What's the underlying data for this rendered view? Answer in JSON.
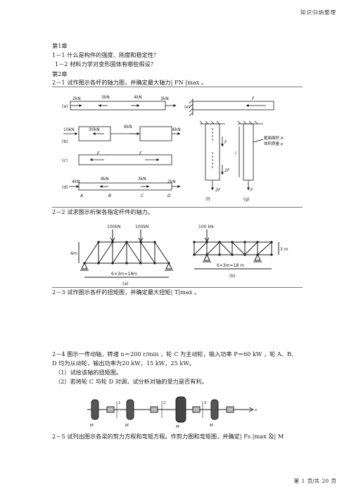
{
  "header": {
    "title": "知识归纳整理"
  },
  "footer": {
    "page": "第 1 页/共 20 页"
  },
  "lines": {
    "chapter1": "第1章",
    "q1_1": "1－1  什么是构件的强度、刚度和稳定性？",
    "q1_2": "1－2  材料力学对变形固体有哪些假设？",
    "chapter2": "第2章",
    "q2_1": "2－1  试作图示各杆的轴力图，并确定最大轴力| FN |max  。",
    "q2_2": "2－2  试求图示桁架各指定杆件的轴力。",
    "q2_3": "2－3  试作图示各杆的扭矩图，并确定最大扭矩| T|max  。",
    "q2_4a": "2－4  图示一传动轴，转速 n＝200 r/min ，轮 C 为主动轮，输入功率 P＝60 kW ，轮 A、B、",
    "q2_4b": "D 均为从动轮，输出功率为20 kW，15 kW，25 kW。",
    "q2_4c": "（1）试绘该轴的扭矩图。",
    "q2_4d": "（2）若将轮 C 与轮 D 对调，试分析对轴的受力是否有利。",
    "q2_5": "2－5  试列出图示各梁的剪力方程和弯矩方程。作剪力图和弯矩图，并确定| Fs  |max 及| M"
  },
  "fig1": {
    "a_label": "(a)",
    "a_f1": "2kN",
    "a_f2": "3kN",
    "a_f3": "4kN",
    "a_f4": "3kN",
    "b_label": "(b)",
    "b_f1": "10kN",
    "b_f2": "30kN",
    "b_f3": "6kN",
    "b_f4": "6kN",
    "c_label": "(c)",
    "c_f1": "F",
    "c_f2": "F",
    "d_label": "(d)",
    "d_f1": "4kN",
    "d_f2": "9kN",
    "d_f3": "3kN",
    "d_f4": "2kN",
    "d_A": "A",
    "d_B": "B",
    "d_C": "C",
    "d_D": "D",
    "e_label": "(e)",
    "e_f": "F",
    "f_label": "(f)",
    "f_f1": "F",
    "f_f2": "2F",
    "f_f3": "2F",
    "g_label": "(g)",
    "g_f": "F",
    "g_l": "l",
    "g_note1": "截面面积 A",
    "g_note2": "体积质量 ρ"
  },
  "fig2": {
    "a_label": "(a)",
    "a_load1": "100kN",
    "a_load2": "100kN",
    "a_h": "4m",
    "a_span": "6×3m=18m",
    "b_label": "(b)",
    "b_load": "100 kN",
    "b_h": "3 m",
    "b_span": "6×3m=18 m"
  },
  "fig3": {
    "M1": "M",
    "M2": "M",
    "M3": "M",
    "M4": "M",
    "s1": "1",
    "s2": "2",
    "s3": "3",
    "axis": "x"
  }
}
